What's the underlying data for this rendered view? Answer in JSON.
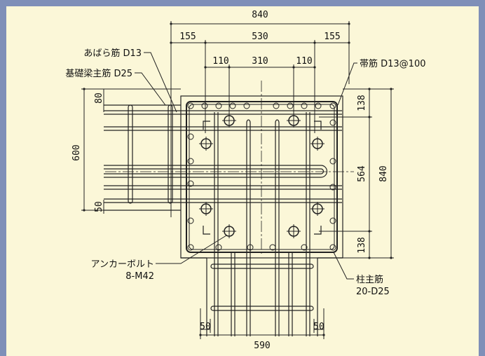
{
  "colors": {
    "background": "#fbf7d8",
    "frame": "#7f8fb8",
    "ink": "#222222"
  },
  "dimensions": {
    "top_total": "840",
    "top_left_offset": "155",
    "top_middle": "530",
    "top_right_offset": "155",
    "bolt_left": "110",
    "bolt_middle": "310",
    "bolt_right": "110",
    "left_height": "600",
    "left_top": "80",
    "left_bottom": "50",
    "right_top": "138",
    "right_middle": "564",
    "right_bottom": "138",
    "right_total": "840",
    "bottom_left": "50",
    "bottom_right": "50",
    "bottom_total": "590"
  },
  "labels": {
    "abara_kin": "あばら筋 D13",
    "kiso_main": "基礎梁主筋 D25",
    "obi_kin": "帯筋 D13@100",
    "anchor_name": "アンカーボルト",
    "anchor_spec": "8-M42",
    "column_main": "柱主筋",
    "column_spec": "20-D25"
  }
}
